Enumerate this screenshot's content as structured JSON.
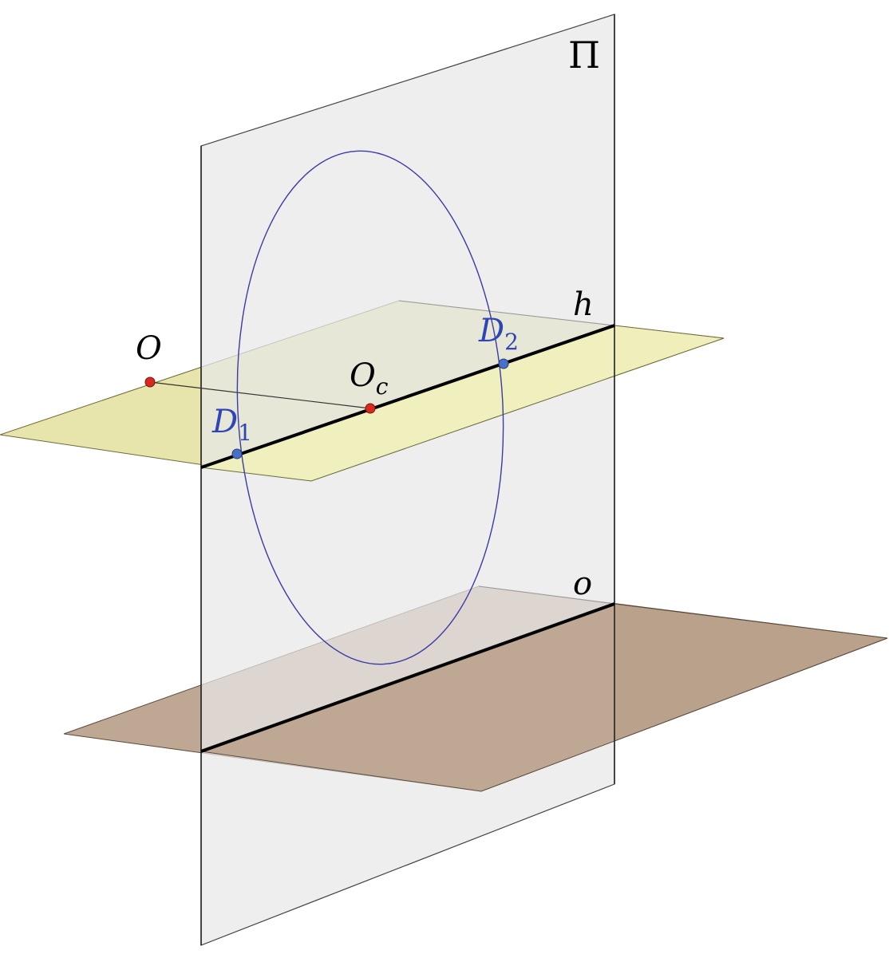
{
  "labels": {
    "plane_pi": "Π",
    "line_h": "h",
    "line_o": "o",
    "point_o": "O",
    "point_oc_base": "O",
    "point_oc_sub": "c",
    "point_d1_base": "D",
    "point_d1_sub": "1",
    "point_d2_base": "D",
    "point_d2_sub": "2"
  },
  "colors": {
    "plane_pi_fill": "#ececec",
    "plane_h_fill": "#e6e4a6",
    "plane_h_front_fill": "#f0efbd",
    "plane_o_fill": "#b8a08a",
    "circle": "#3b3ba8",
    "point_red": "#d62a1e",
    "point_blue": "#4a6fc7",
    "label_blue": "#2e45b8",
    "line": "#000000"
  }
}
